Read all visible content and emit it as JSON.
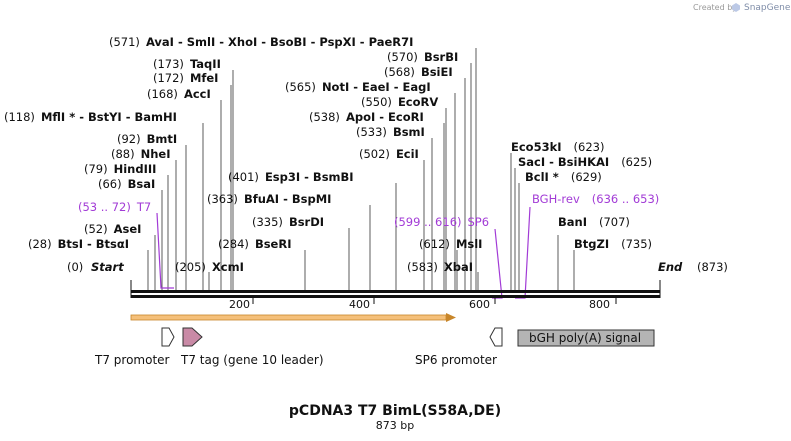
{
  "credit": {
    "text": "Created by",
    "brand": "SnapGene"
  },
  "map": {
    "length": 873,
    "start_label": "Start",
    "end_label": "End",
    "start_pos": "(0)",
    "end_pos": "(873)",
    "ticks": [
      "200",
      "400",
      "600",
      "800"
    ]
  },
  "sites": [
    {
      "pos": "(571)",
      "names": "AvaI  - SmlI  - XhoI  - BsoBI  - PspXI  - PaeR7I"
    },
    {
      "pos": "(570)",
      "names": "BsrBI"
    },
    {
      "pos": "(173)",
      "names": "TaqII"
    },
    {
      "pos": "(568)",
      "names": "BsiEI"
    },
    {
      "pos": "(172)",
      "names": "MfeI"
    },
    {
      "pos": "(565)",
      "names": "NotI  - EaeI  - EagI"
    },
    {
      "pos": "(168)",
      "names": "AccI"
    },
    {
      "pos": "(550)",
      "names": "EcoRV"
    },
    {
      "pos": "(118)",
      "names": "MflI *  - BstYI  - BamHI"
    },
    {
      "pos": "(538)",
      "names": "ApoI  - EcoRI"
    },
    {
      "pos": "(533)",
      "names": "BsmI"
    },
    {
      "pos": "(92)",
      "names": "BmtI"
    },
    {
      "pos": "(623)",
      "names": "Eco53kI"
    },
    {
      "pos": "(88)",
      "names": "NheI"
    },
    {
      "pos": "(502)",
      "names": "EciI"
    },
    {
      "pos": "(625)",
      "names": "SacI  - BsiHKAI"
    },
    {
      "pos": "(79)",
      "names": "HindIII"
    },
    {
      "pos": "(401)",
      "names": "Esp3I  - BsmBI"
    },
    {
      "pos": "(629)",
      "names": "BclI *"
    },
    {
      "pos": "(66)",
      "names": "BsaI"
    },
    {
      "pos": "(363)",
      "names": "BfuAI  - BspMI"
    },
    {
      "pos": "(335)",
      "names": "BsrDI"
    },
    {
      "pos": "(52)",
      "names": "AseI"
    },
    {
      "pos": "(707)",
      "names": "BanI"
    },
    {
      "pos": "(28)",
      "names": "BtsI  - BtsαI"
    },
    {
      "pos": "(284)",
      "names": "BseRI"
    },
    {
      "pos": "(612)",
      "names": "MslI"
    },
    {
      "pos": "(735)",
      "names": "BtgZI"
    },
    {
      "pos": "(205)",
      "names": "XcmI"
    },
    {
      "pos": "(583)",
      "names": "XbaI"
    }
  ],
  "primers": [
    {
      "name": "T7",
      "range": "(53 .. 72)"
    },
    {
      "name": "SP6",
      "range": "(599 .. 616)"
    },
    {
      "name": "BGH-rev",
      "range": "(636 .. 653)"
    }
  ],
  "features": [
    {
      "name": "T7 promoter"
    },
    {
      "name": "T7 tag (gene 10 leader)"
    },
    {
      "name": "SP6 promoter"
    },
    {
      "name": "bGH poly(A) signal"
    }
  ],
  "title": "pCDNA3 T7 BimL(S58A,DE)",
  "subtitle": "873 bp",
  "colors": {
    "primer": "#a23bd6",
    "orf": "#f5c07a",
    "t7tag": "#c98aa6",
    "polyA": "#b4b4b4",
    "backbone": "#111111"
  }
}
